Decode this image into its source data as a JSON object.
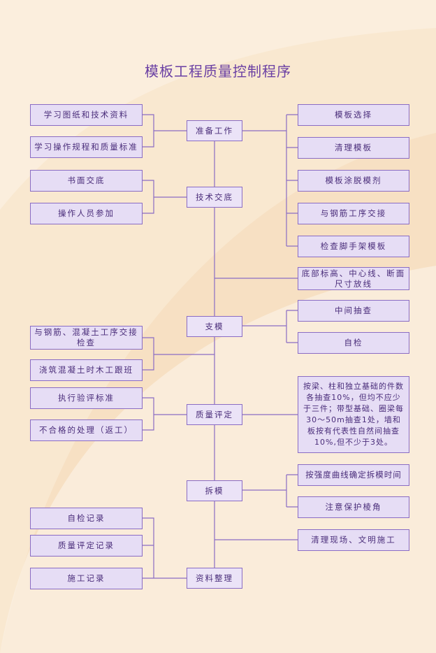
{
  "title": "模板工程质量控制程序",
  "colors": {
    "accent": "#6a3fa3",
    "box_fill": "#e6ddf5",
    "box_border": "#8a6cc4"
  },
  "center": {
    "prep": "准备工作",
    "tech": "技术交底",
    "support": "支模",
    "quality": "质量评定",
    "remove": "拆模",
    "records": "资料整理"
  },
  "left": {
    "prep_1": "学习图纸和技术资料",
    "prep_2": "学习操作规程和质量标准",
    "tech_1": "书面交底",
    "tech_2": "操作人员参加",
    "support_1": "与钢筋、混凝土工序交接检查",
    "support_2": "浇筑混凝土时木工跟班",
    "quality_1": "执行验评标准",
    "quality_2": "不合格的处理（返工）",
    "records_1": "自检记录",
    "records_2": "质量评定记录",
    "records_3": "施工记录"
  },
  "right": {
    "prep_1": "模板选择",
    "prep_2": "清理模板",
    "prep_3": "模板涂脱模剂",
    "prep_4": "与钢筋工序交接",
    "prep_5": "检查脚手架模板",
    "support_1": "底部标高、中心线、断面尺寸放线",
    "support_2": "中间抽查",
    "support_3": "自检",
    "quality_1": "按梁、柱和独立基础的件数各抽查10%，但均不应少于三件；带型基础、圈梁每30～50m抽查1处，墙和板按有代表性自然间抽查10%,但不少于3处。",
    "remove_1": "按强度曲线确定拆模时间",
    "remove_2": "注意保护棱角",
    "remove_3": "清理现场、文明施工"
  }
}
